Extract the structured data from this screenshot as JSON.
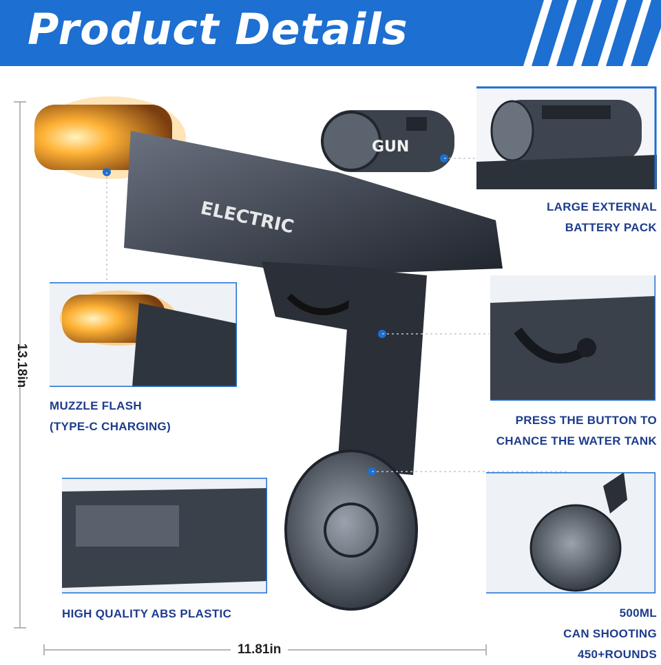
{
  "header": {
    "title": "Product Details"
  },
  "features": {
    "battery": {
      "line1": "LARGE EXTERNAL",
      "line2": "BATTERY PACK"
    },
    "muzzle": {
      "line1": "MUZZLE FLASH",
      "line2": "(TYPE-C CHARGING)"
    },
    "button": {
      "line1": "PRESS THE BUTTON TO",
      "line2": "CHANCE THE WATER TANK"
    },
    "plastic": {
      "line1": "HIGH QUALITY ABS PLASTIC"
    },
    "tank": {
      "line1": "500ML",
      "line2": "CAN SHOOTING",
      "line3": "450+ROUNDS"
    }
  },
  "dimensions": {
    "height": "13.18in",
    "width": "11.81in"
  },
  "product_marks": {
    "side_text": "ELECTRIC",
    "scope_text": "GUN"
  },
  "colors": {
    "brand_blue": "#1d6fd1",
    "label_navy": "#1d3c8c",
    "glow_orange": "#ff9a1a",
    "body_dark": "#2a2f38"
  },
  "icons": [
    "battery-scope-icon",
    "muzzle-flash-icon",
    "release-button-icon",
    "drum-tank-icon"
  ]
}
